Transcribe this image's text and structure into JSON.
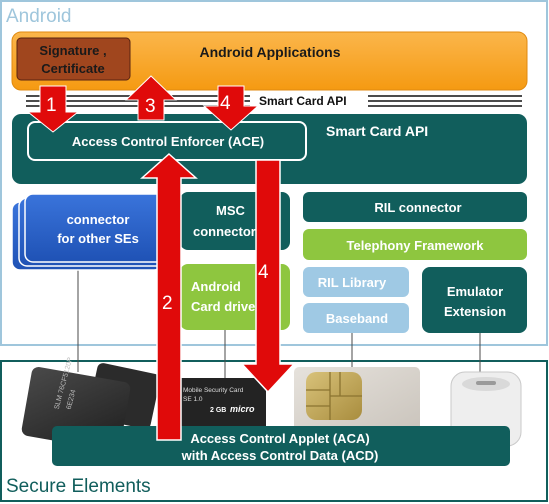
{
  "android_region": {
    "label": "Android"
  },
  "secure_region": {
    "label": "Secure Elements"
  },
  "apps_bar": {
    "label": "Android Applications"
  },
  "signature_box": {
    "line1": "Signature ,",
    "line2": "Certificate"
  },
  "api_bar": {
    "label": "Smart Card API"
  },
  "smartcard_api": {
    "label": "Smart Card API"
  },
  "ace": {
    "label": "Access Control Enforcer (ACE)"
  },
  "connector_other": {
    "line1": "connector",
    "line2": "for other SEs"
  },
  "msc_connector": {
    "line1": "MSC",
    "line2": "connector"
  },
  "android_card_driver": {
    "line1": "Android",
    "line2": "Card driver"
  },
  "ril_connector": {
    "label": "RIL connector"
  },
  "telephony": {
    "label": "Telephony Framework"
  },
  "ril_library": {
    "label": "RIL Library"
  },
  "baseband": {
    "label": "Baseband"
  },
  "emulator": {
    "line1": "Emulator",
    "line2": "Extension"
  },
  "aca": {
    "line1": "Access Control Applet (ACA)",
    "line2": "with Access Control Data (ACD)"
  },
  "arrow_numbers": {
    "a1": "1",
    "a2": "2",
    "a3": "3",
    "a4a": "4",
    "a4b": "4"
  },
  "sd_card": {
    "line1": "Mobile Security Card",
    "line2": "SE 1.0",
    "line3": "2 GB",
    "line4": "micro"
  },
  "chip_text": {
    "line1": "SLM 76CF5120P",
    "line2": "6E234"
  },
  "colors": {
    "android_frame": "#9fc6dc",
    "orange": "#f9a11b",
    "brown": "#a0461e",
    "teal": "#115e5c",
    "blue": "#2a62c9",
    "green": "#8ec63f",
    "light_blue": "#9fc9e4",
    "red": "#e00a0a"
  }
}
